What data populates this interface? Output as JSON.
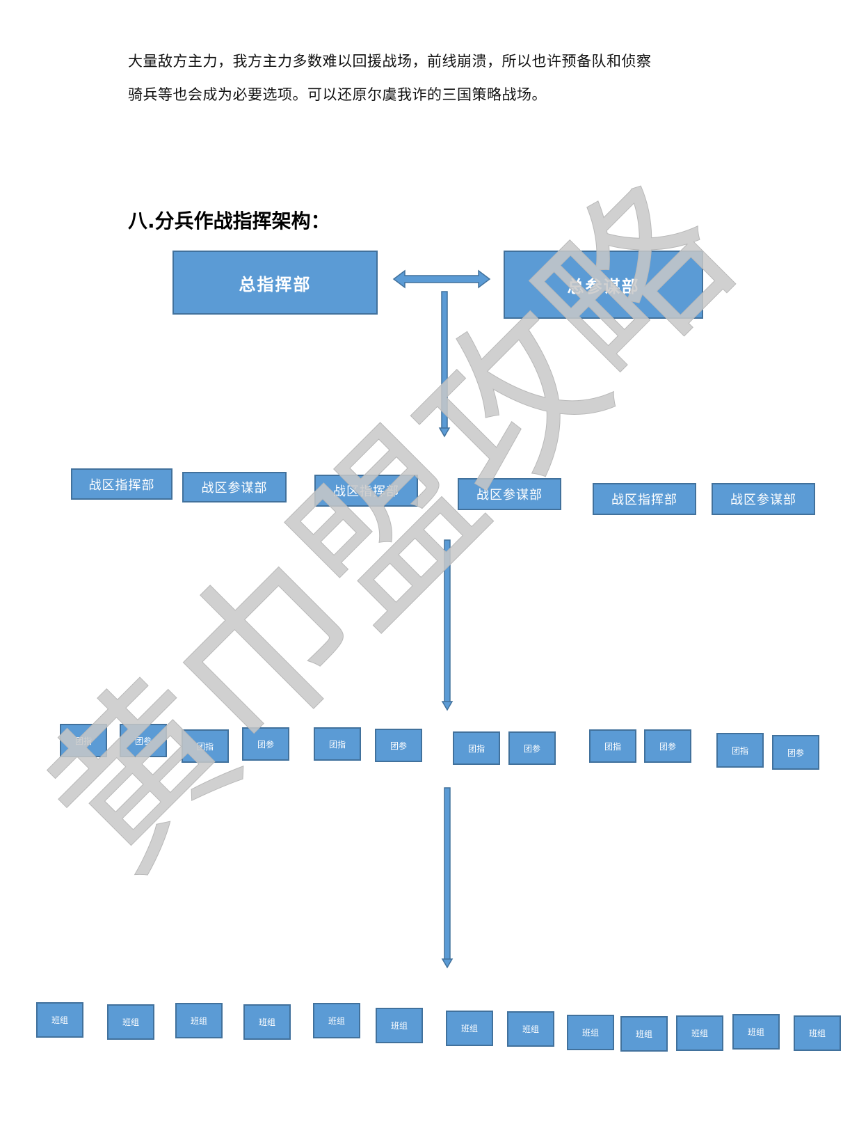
{
  "paragraph": {
    "line1": "大量敌方主力，我方主力多数难以回援战场，前线崩溃，所以也许预备队和侦察",
    "line2": "骑兵等也会成为必要选项。可以还原尔虞我诈的三国策略战场。"
  },
  "section_title": "八.分兵作战指挥架构：",
  "diagram": {
    "top": {
      "command": "总指挥部",
      "staff": "总参谋部"
    },
    "theater_units": [
      "战区指挥部",
      "战区参谋部",
      "战区指挥部",
      "战区参谋部",
      "战区指挥部",
      "战区参谋部"
    ],
    "regiment_units": [
      "团指",
      "团参",
      "团指",
      "团参",
      "团指",
      "团参",
      "团指",
      "团参",
      "团指",
      "团参",
      "团指",
      "团参"
    ],
    "squad_units": [
      "班组",
      "班组",
      "班组",
      "班组",
      "班组",
      "班组",
      "班组",
      "班组",
      "班组",
      "班组",
      "班组",
      "班组",
      "班组"
    ]
  },
  "watermark": "黄巾盟攻略",
  "colors": {
    "box_fill": "#5b9bd5",
    "box_border": "#41719c",
    "watermark": "#c8c8c8"
  }
}
